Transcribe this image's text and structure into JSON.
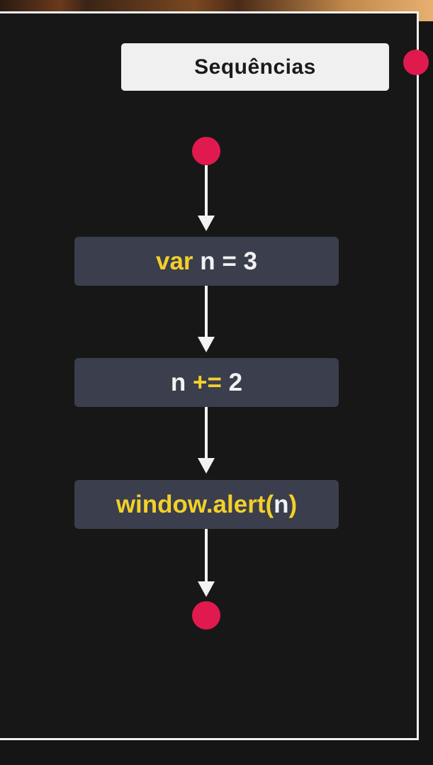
{
  "title": "Sequências",
  "colors": {
    "background": "#171717",
    "node_fill": "#3b3e4d",
    "terminal_dot": "#e01a4f",
    "keyword": "#f3d02a",
    "text": "#f2f2f2",
    "title_fill": "#f0f0f0"
  },
  "flow": {
    "start_icon": "start-dot-icon",
    "end_icon": "end-dot-icon",
    "nodes": [
      {
        "parts": [
          {
            "text": "var",
            "style": "keyword"
          },
          {
            "text": " n = ",
            "style": "plain"
          },
          {
            "text": "3",
            "style": "plain"
          }
        ]
      },
      {
        "parts": [
          {
            "text": "n ",
            "style": "plain"
          },
          {
            "text": "+=",
            "style": "keyword"
          },
          {
            "text": " 2",
            "style": "plain"
          }
        ]
      },
      {
        "parts": [
          {
            "text": "window.alert(",
            "style": "keyword"
          },
          {
            "text": "n",
            "style": "plain"
          },
          {
            "text": ")",
            "style": "keyword"
          }
        ]
      }
    ]
  }
}
